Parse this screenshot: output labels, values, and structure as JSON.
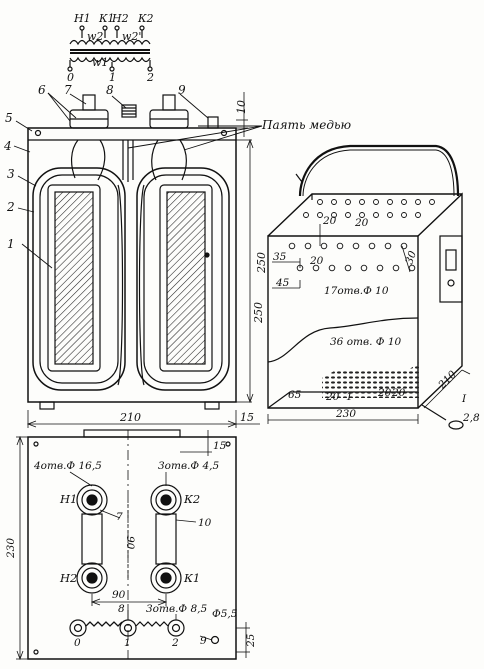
{
  "schematic": {
    "terminals_top": [
      "Н1",
      "К1",
      "Н2",
      "К2"
    ],
    "windings_top": [
      "w2",
      "w2'"
    ],
    "winding_bottom": "w1",
    "terminals_bottom": [
      "0",
      "1",
      "2"
    ]
  },
  "front_view": {
    "callouts": [
      "1",
      "2",
      "3",
      "4",
      "5",
      "6",
      "7",
      "8",
      "9"
    ],
    "note": "Паять медью",
    "dim_top": "10",
    "dim_height_inner": "250",
    "dim_height_outer": "250",
    "dim_width": "210",
    "dim_depth": "15"
  },
  "case_view": {
    "dims_top": [
      "20",
      "20",
      "35",
      "20",
      "45",
      "30"
    ],
    "holes_front": "17отв.Ф 10",
    "holes_bottom": "36 отв. Ф 10",
    "dims_bottom": [
      "65",
      "20",
      "1",
      "20",
      "20"
    ],
    "dim_width": "230",
    "dim_depth": "210",
    "dim_2_8": "2,8",
    "detail_label": "I"
  },
  "plan_view": {
    "holes_large": "4отв.Ф 16,5",
    "holes_mid": "3отв.Ф 4,5",
    "holes_small": "3отв.Ф 8,5",
    "hole_d": "Ф5,5",
    "terminals_left": [
      "Н1",
      "Н2"
    ],
    "terminals_right": [
      "К2",
      "К1"
    ],
    "bottom_terminals": [
      "0",
      "1",
      "2"
    ],
    "callouts": [
      "7",
      "10",
      "8",
      "9"
    ],
    "dim_15": "15",
    "dim_90_vert": "90",
    "dim_90_horiz": "90",
    "dim_height": "230",
    "dim_25": "25"
  }
}
